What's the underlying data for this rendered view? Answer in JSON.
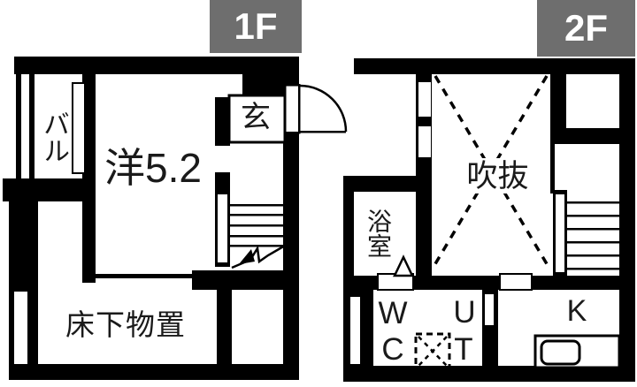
{
  "colors": {
    "wall": "#000000",
    "floor_tag_bg": "#6e6e6e",
    "floor_tag_text": "#ffffff"
  },
  "floor1": {
    "tag": "1F",
    "rooms": {
      "balcony": {
        "label": "バル"
      },
      "western_room": {
        "label": "洋5.2"
      },
      "entrance": {
        "label": "玄"
      },
      "underfloor_storage": {
        "label": "床下物置"
      }
    }
  },
  "floor2": {
    "tag": "2F",
    "rooms": {
      "void": {
        "label": "吹抜"
      },
      "bathroom": {
        "label": "浴室"
      },
      "wc": {
        "top": "W",
        "bottom": "C"
      },
      "ut": {
        "top": "U",
        "bottom": "T"
      },
      "kitchen": {
        "label": "K"
      }
    }
  }
}
